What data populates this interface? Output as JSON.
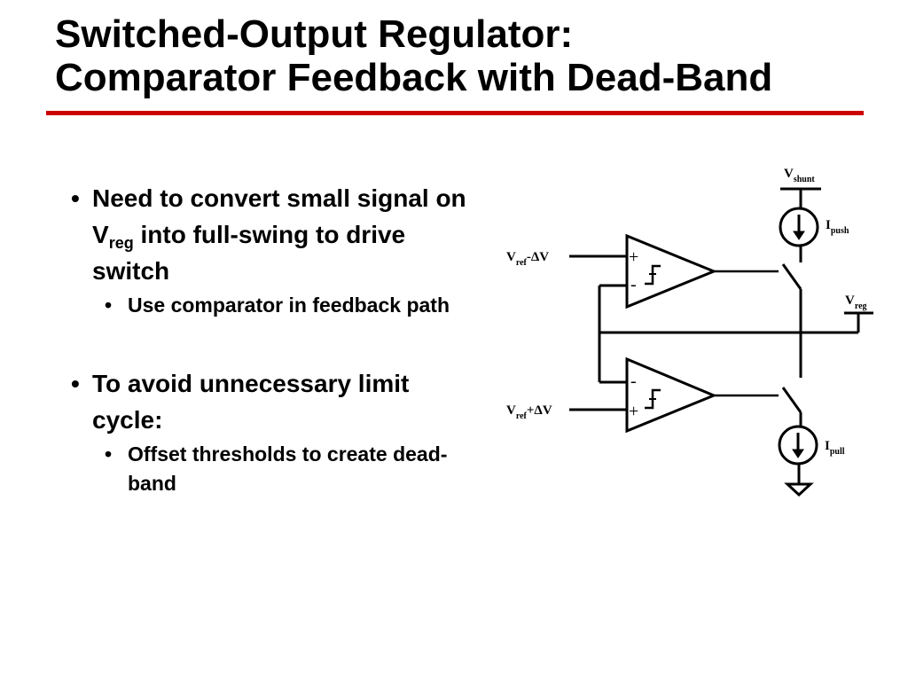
{
  "slide": {
    "title_line1": "Switched-Output Regulator:",
    "title_line2": "Comparator Feedback with Dead-Band",
    "accent_color": "#cc0000"
  },
  "bullets": {
    "b1": {
      "pre": "Need to convert small signal on V",
      "sub": "reg",
      "post": " into full-swing to drive switch"
    },
    "b1_sub1": "Use comparator in feedback path",
    "b2": "To avoid unnecessary limit cycle:",
    "b2_sub1": "Offset thresholds to create dead-band",
    "bullet_glyph": "•"
  },
  "diagram": {
    "vshunt": {
      "main": "V",
      "sub": "shunt"
    },
    "ipush": {
      "main": "I",
      "sub": "push"
    },
    "ipull": {
      "main": "I",
      "sub": "pull"
    },
    "vreg": {
      "main": "V",
      "sub": "reg"
    },
    "vref_minus": {
      "main": "V",
      "sub": "ref",
      "post": "-ΔV"
    },
    "vref_plus": {
      "main": "V",
      "sub": "ref",
      "post": "+ΔV"
    },
    "plus_sign": "+",
    "minus_sign": "-"
  }
}
